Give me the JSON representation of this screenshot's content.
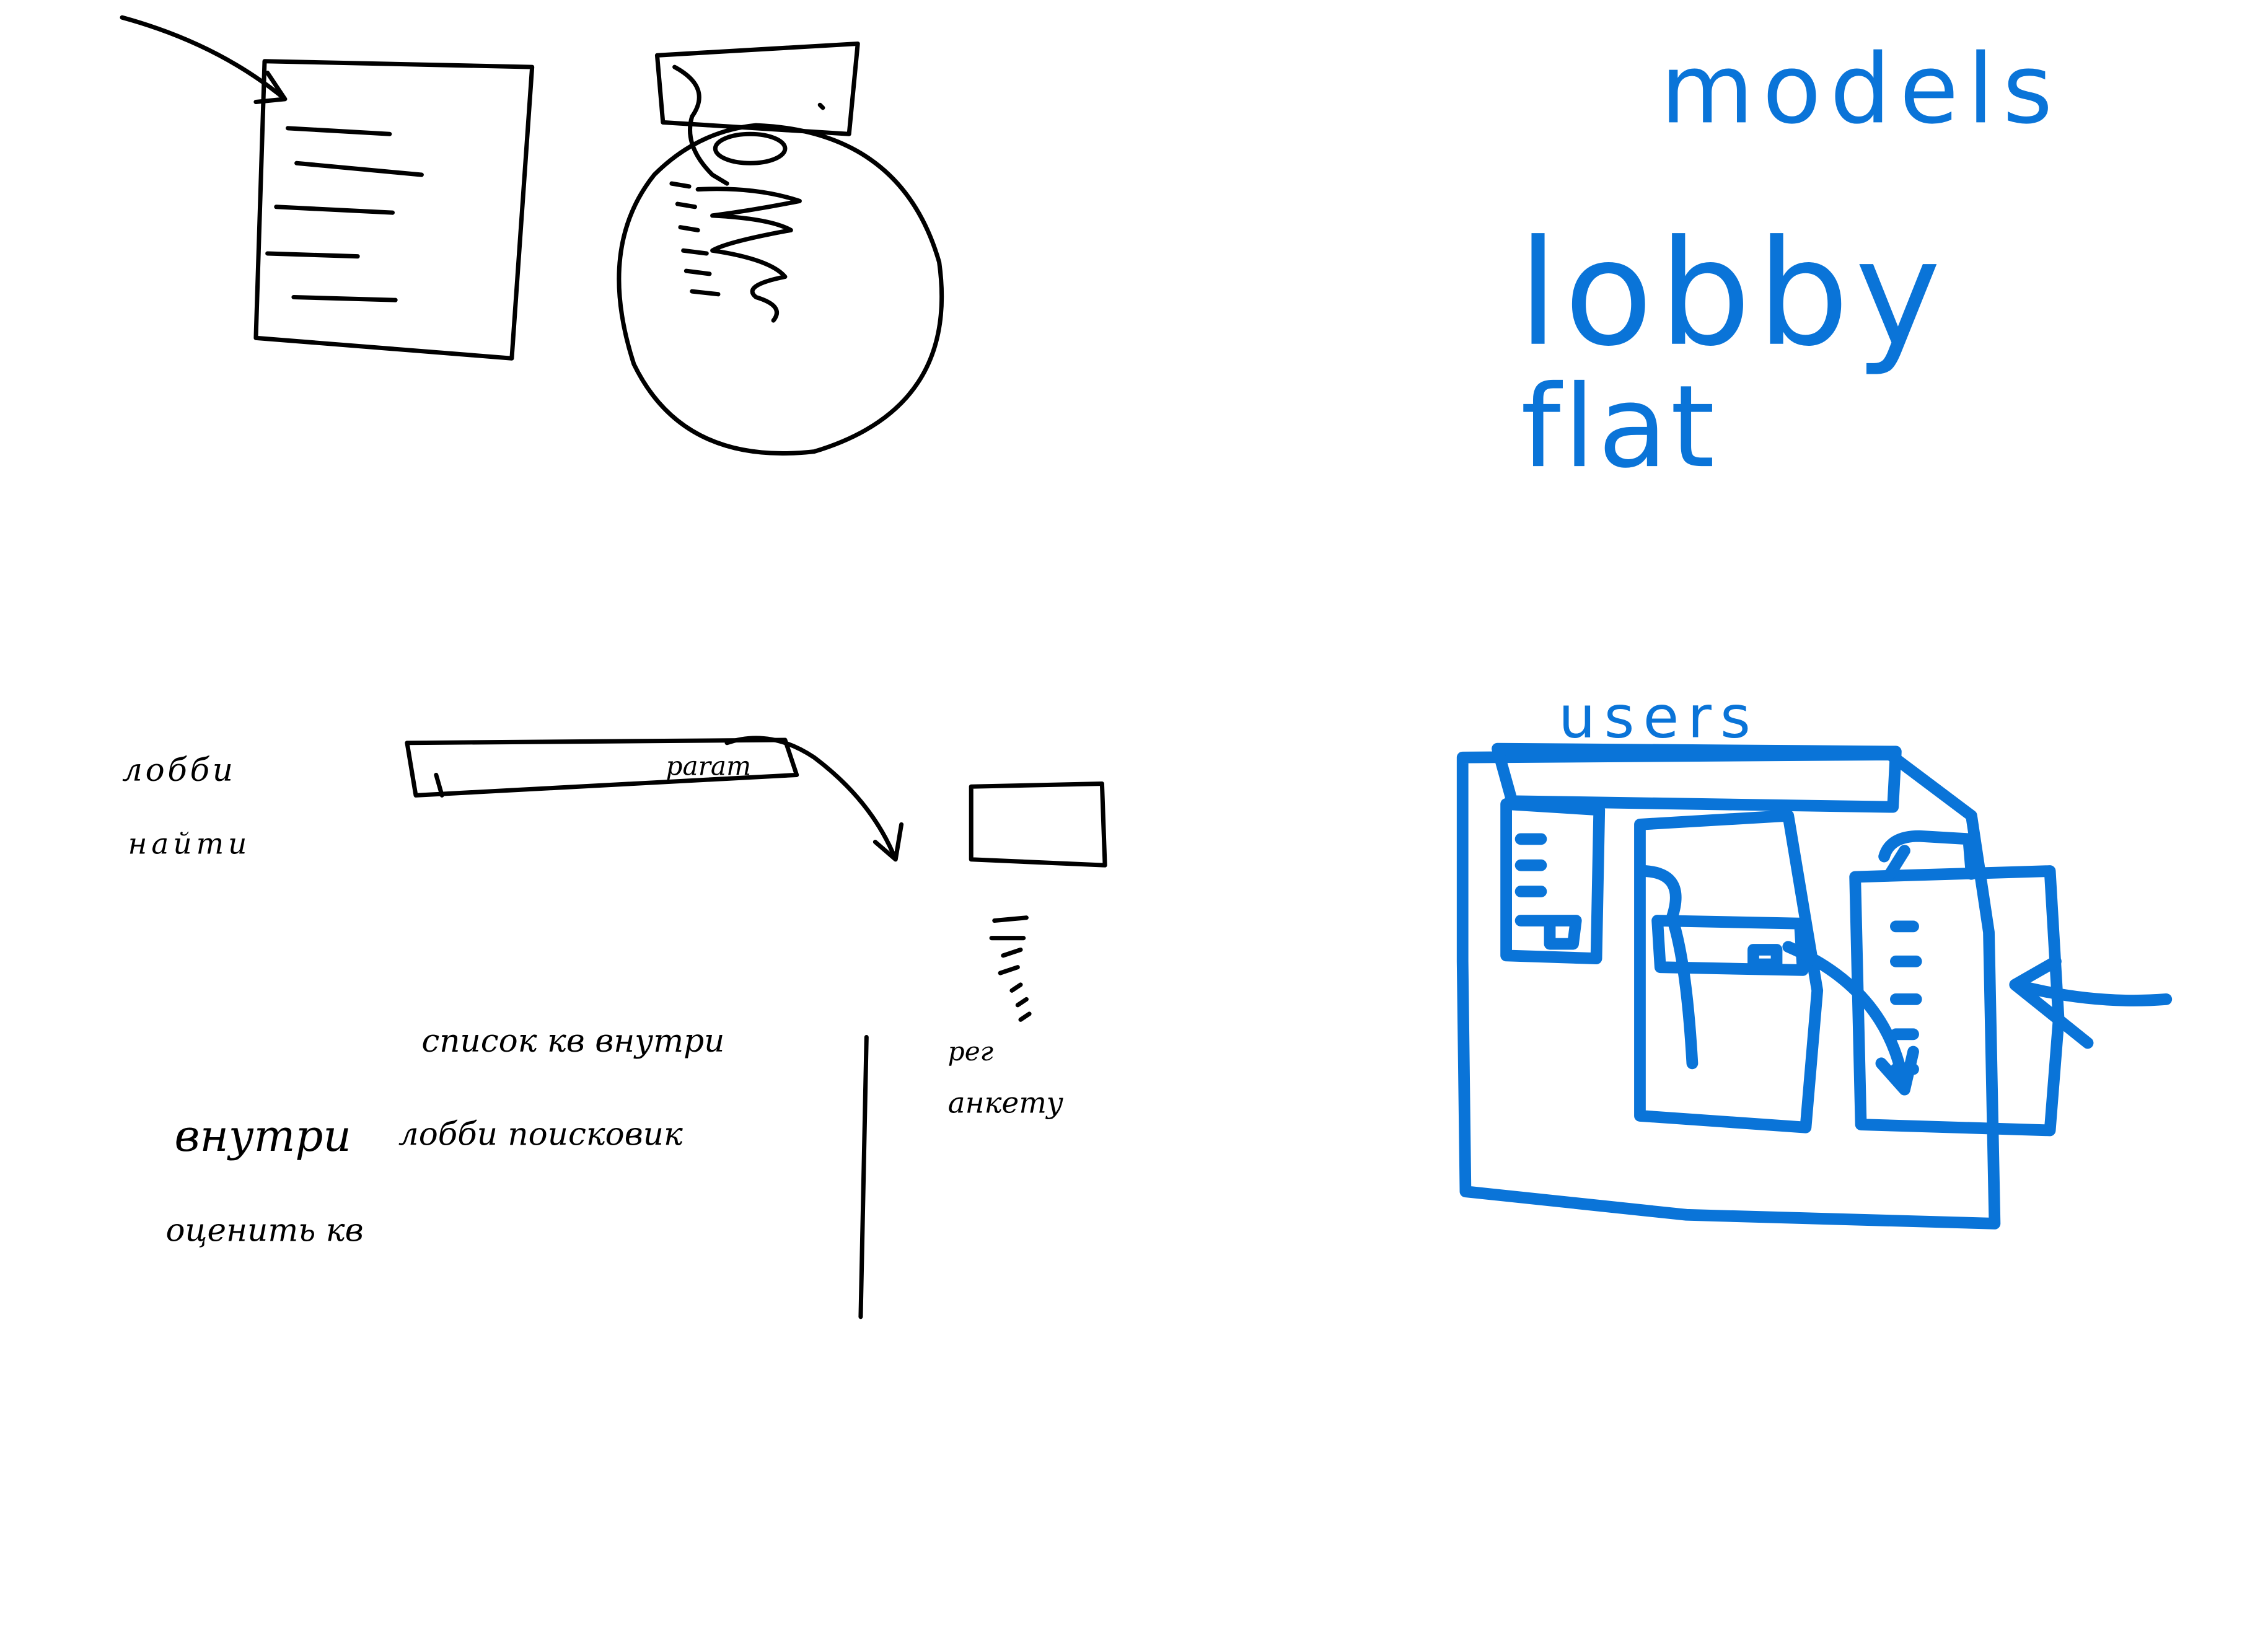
{
  "colors": {
    "ink_black": "#000000",
    "ink_blue": "#0a74d8",
    "background": "#ffffff"
  },
  "labels": {
    "models": "models",
    "lobby": "lobby",
    "flat": "flat",
    "users": "users",
    "lobbi": "лобби",
    "naiti": "найти",
    "param": "param",
    "spisok_kv_vnutri": "список кв внутри",
    "vnutri": "внутри",
    "lobbi_poiskovik": "лобби поисковик",
    "ocenit_kv": "оценить кв",
    "reg": "рег",
    "anketu": "анкету"
  }
}
